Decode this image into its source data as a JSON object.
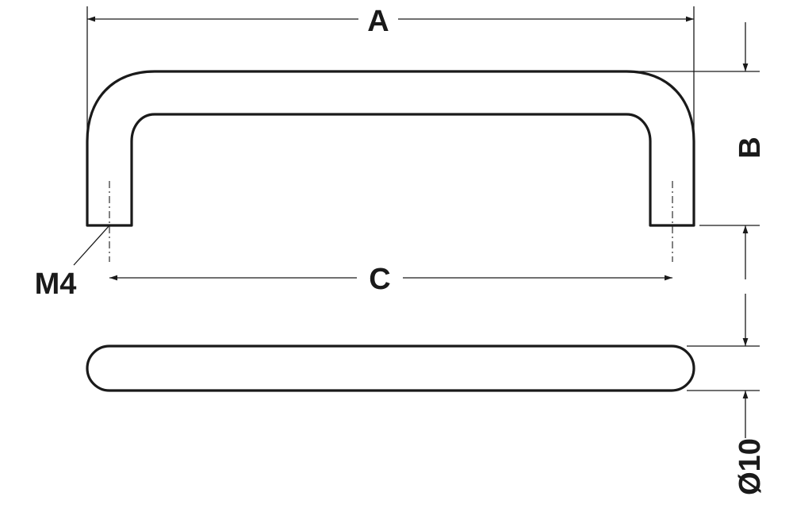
{
  "dimensions": {
    "a_label": "A",
    "b_label": "B",
    "c_label": "C",
    "thread_label": "M4",
    "diameter_label": "Ø10"
  },
  "colors": {
    "line": "#1a1a1a",
    "background": "#ffffff"
  }
}
